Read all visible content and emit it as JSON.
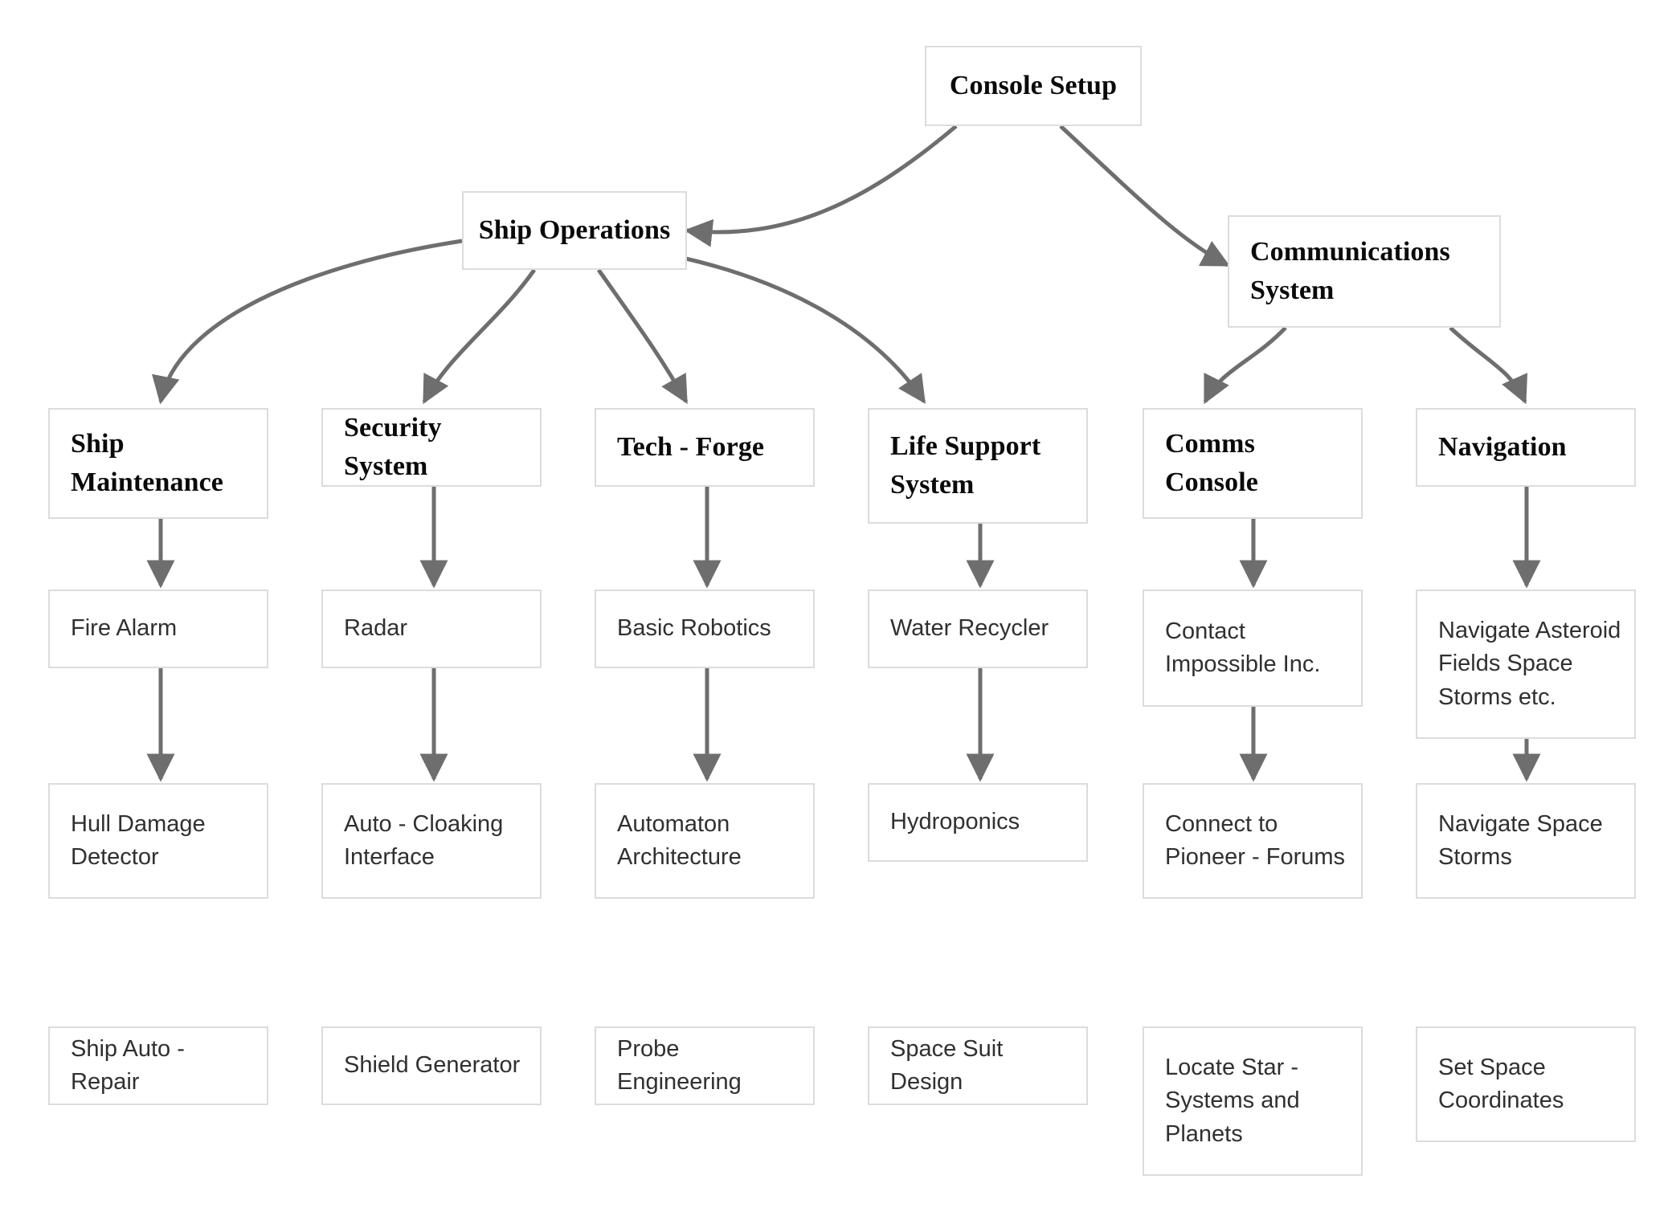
{
  "diagram": {
    "title": "Console Setup",
    "style": {
      "background": "#ffffff",
      "node_fill": "#ffffff",
      "node_border": "#dcdcdc",
      "edge_color": "#6e6e6e",
      "heading_text": "#0a0a0a",
      "body_text": "#303030"
    },
    "root": {
      "label": "Console Setup"
    },
    "level2": [
      {
        "label": "Ship Operations"
      },
      {
        "label": "Communications\nSystem"
      }
    ],
    "level3": [
      {
        "label": "Ship\nMaintenance"
      },
      {
        "label": "Security System"
      },
      {
        "label": "Tech - Forge"
      },
      {
        "label": "Life Support\nSystem"
      },
      {
        "label": "Comms\nConsole"
      },
      {
        "label": "Navigation"
      }
    ],
    "level4": [
      {
        "label": "Fire Alarm"
      },
      {
        "label": "Radar"
      },
      {
        "label": "Basic Robotics"
      },
      {
        "label": "Water Recycler"
      },
      {
        "label": "Contact\nImpossible Inc."
      },
      {
        "label": "Navigate Asteroid\nFields Space\nStorms etc."
      }
    ],
    "level5": [
      {
        "label": "Hull Damage\nDetector"
      },
      {
        "label": "Auto - Cloaking\nInterface"
      },
      {
        "label": "Automaton\nArchitecture"
      },
      {
        "label": "Hydroponics"
      },
      {
        "label": "Connect to\nPioneer - Forums"
      },
      {
        "label": "Navigate Space\nStorms"
      }
    ],
    "level6": [
      {
        "label": "Ship Auto - Repair"
      },
      {
        "label": "Shield Generator"
      },
      {
        "label": "Probe Engineering"
      },
      {
        "label": "Space Suit Design"
      },
      {
        "label": "Locate Star -\nSystems and\nPlanets"
      },
      {
        "label": "Set Space\nCoordinates"
      }
    ]
  }
}
